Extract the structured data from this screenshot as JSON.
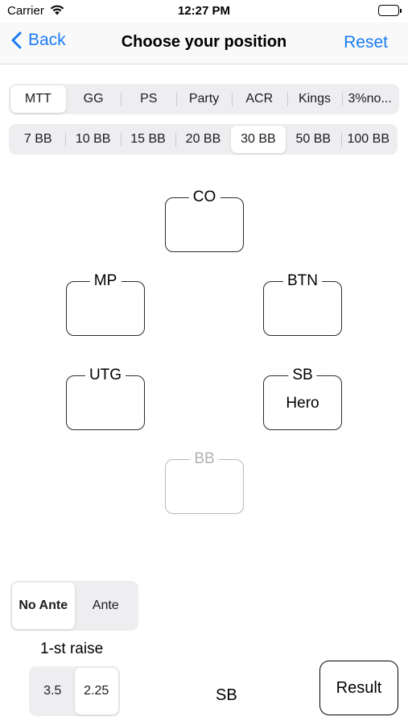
{
  "status_bar": {
    "carrier": "Carrier",
    "time": "12:27 PM"
  },
  "nav": {
    "back_label": "Back",
    "title": "Choose your position",
    "reset_label": "Reset"
  },
  "room_tabs": {
    "items": [
      "MTT",
      "GG",
      "PS",
      "Party",
      "ACR",
      "Kings",
      "3%no..."
    ],
    "selected": "MTT"
  },
  "stack_tabs": {
    "items": [
      "7 BB",
      "10 BB",
      "15 BB",
      "20 BB",
      "30 BB",
      "50 BB",
      "100 BB"
    ],
    "selected": "30 BB"
  },
  "seats": {
    "co": {
      "label": "CO",
      "player": ""
    },
    "mp": {
      "label": "MP",
      "player": ""
    },
    "btn": {
      "label": "BTN",
      "player": ""
    },
    "utg": {
      "label": "UTG",
      "player": ""
    },
    "sb": {
      "label": "SB",
      "player": "Hero"
    },
    "bb": {
      "label": "BB",
      "player": ""
    }
  },
  "ante": {
    "items": [
      "No Ante",
      "Ante"
    ],
    "selected": "No Ante"
  },
  "raise": {
    "label": "1-st raise",
    "items": [
      "3.5",
      "2.25"
    ],
    "selected": "2.25"
  },
  "selected_position": "SB",
  "result_label": "Result",
  "colors": {
    "accent": "#1a7cf5",
    "segment_bg": "#eeeef0",
    "disabled": "#b2b2b6"
  }
}
